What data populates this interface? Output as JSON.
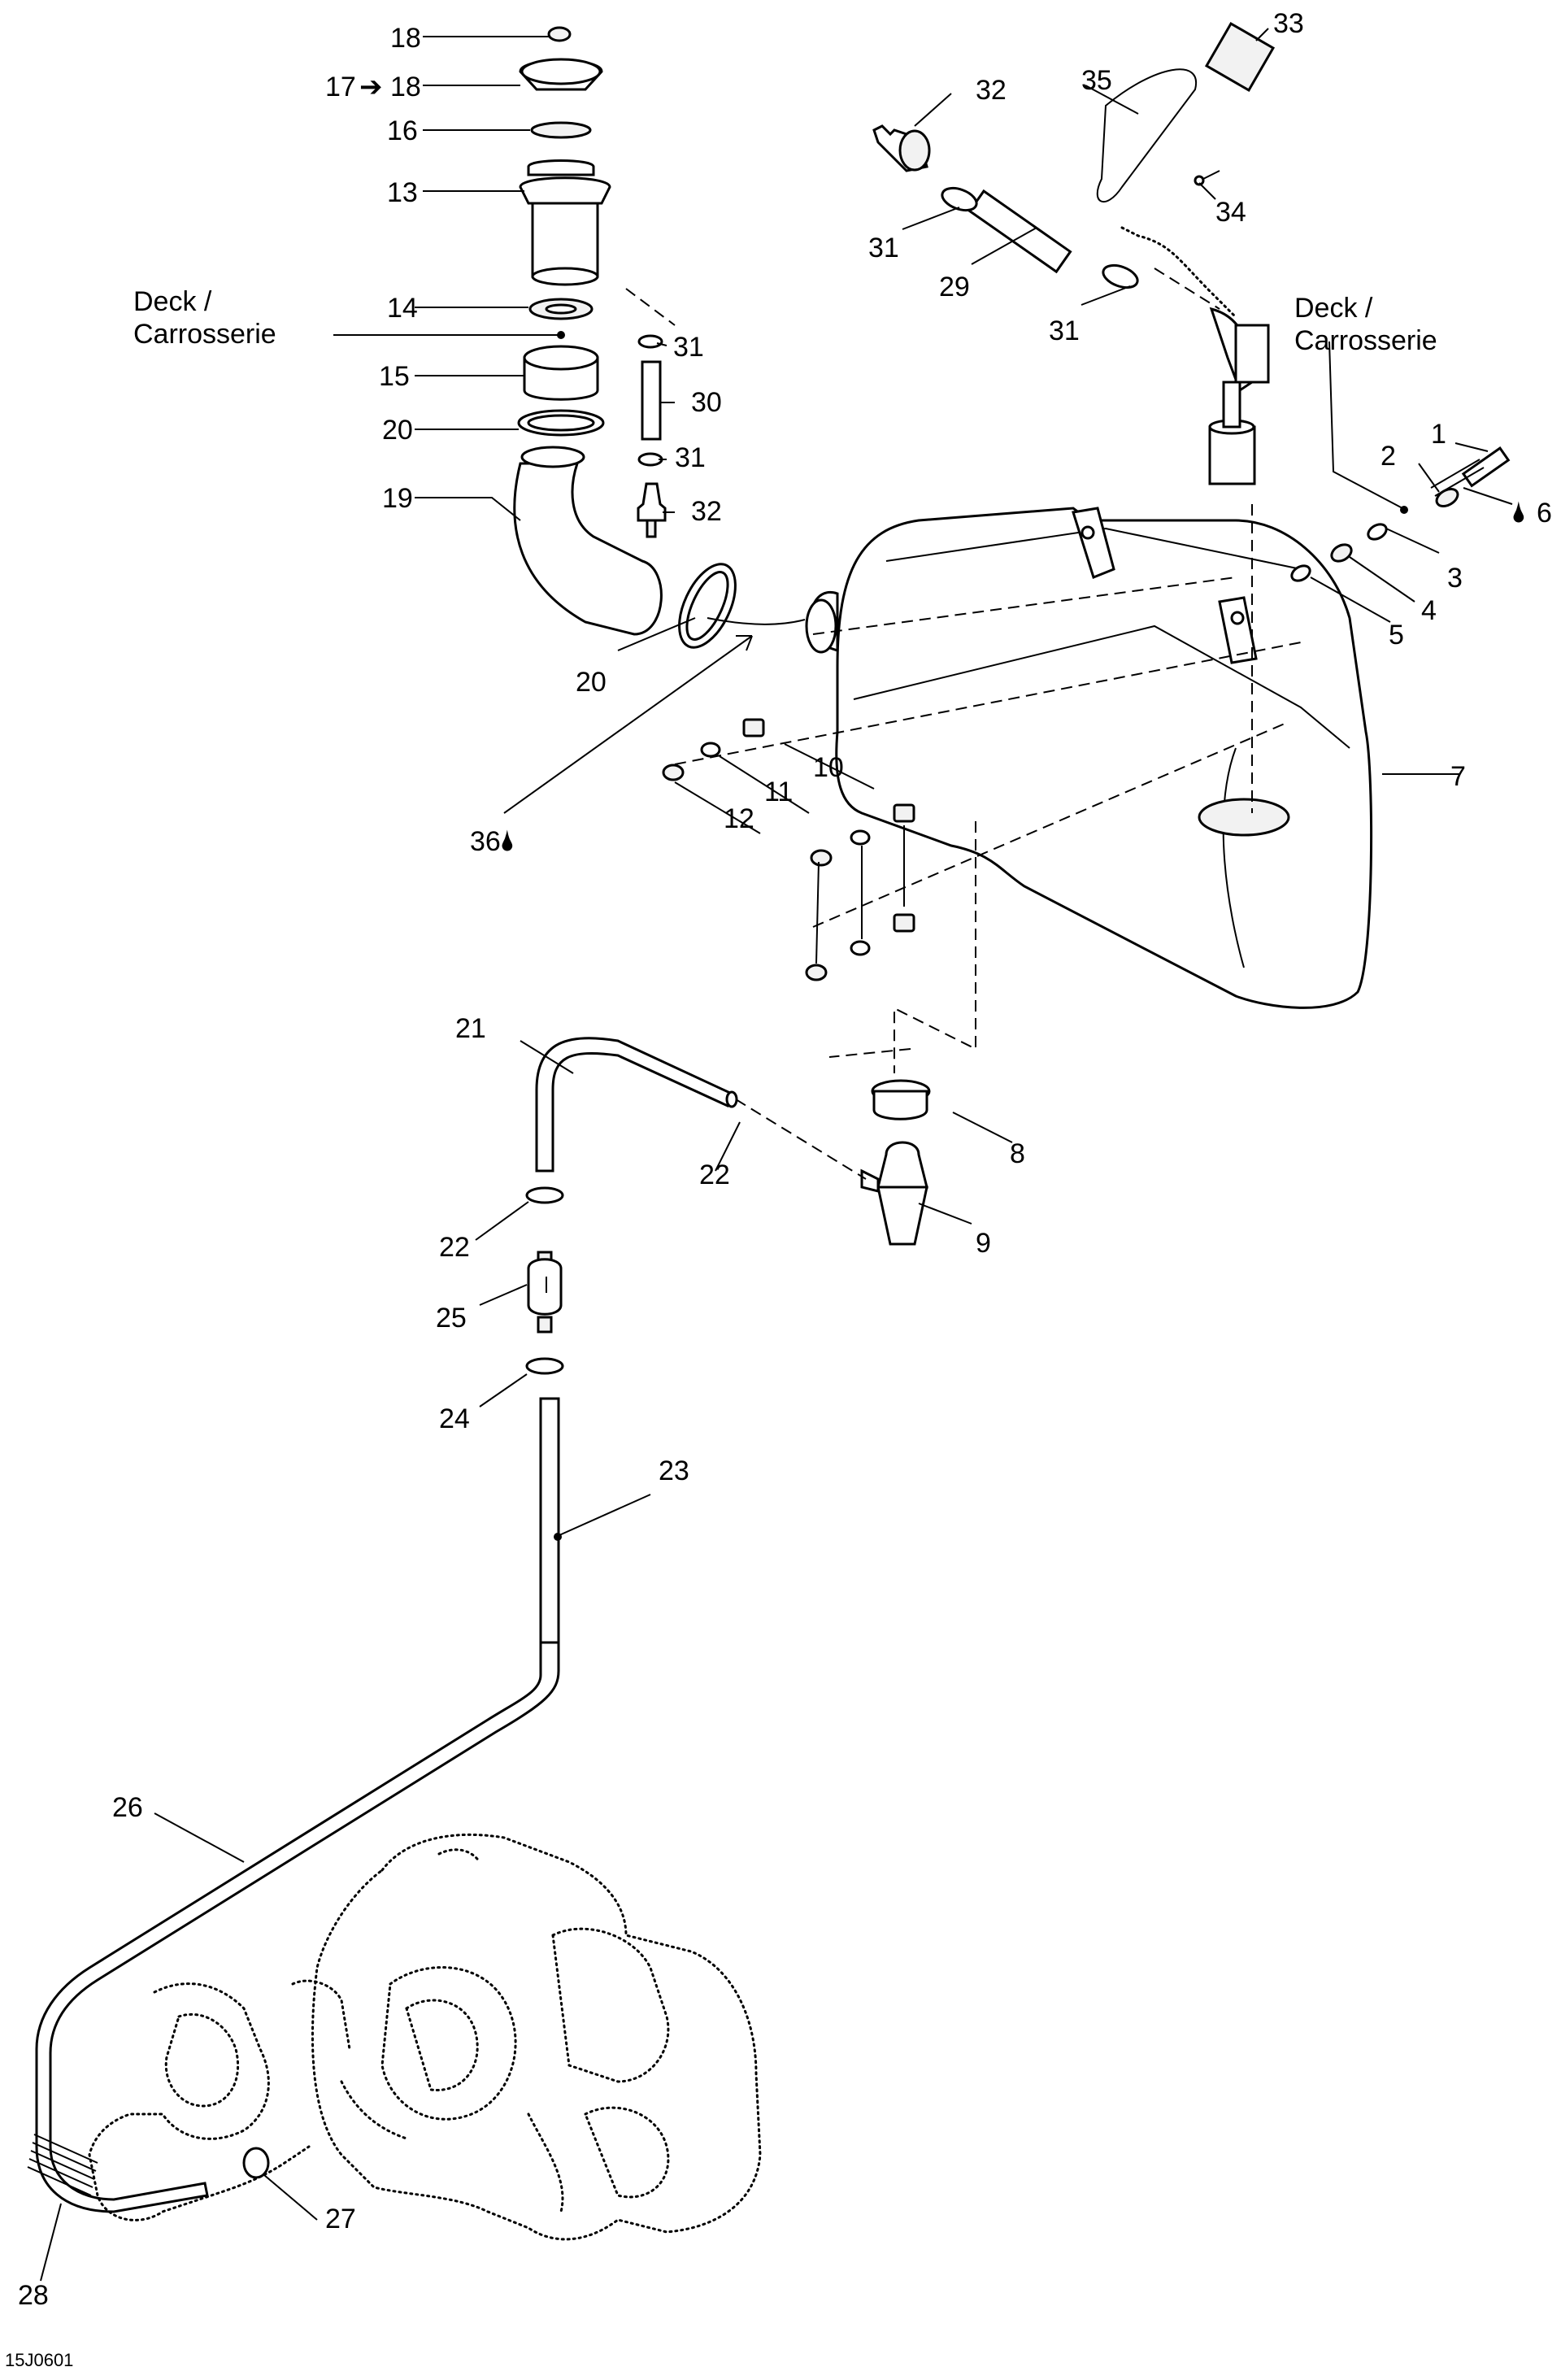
{
  "labels": {
    "p1": "1",
    "p2": "2",
    "p3": "3",
    "p4": "4",
    "p5": "5",
    "p6": "6",
    "p7": "7",
    "p8": "8",
    "p9": "9",
    "p10": "10",
    "p11": "11",
    "p12": "12",
    "p13": "13",
    "p14": "14",
    "p15": "15",
    "p16": "16",
    "p17": "17",
    "p18": "18",
    "p18b": "18",
    "p19": "19",
    "p20a": "20",
    "p20b": "20",
    "p21": "21",
    "p22a": "22",
    "p22b": "22",
    "p23": "23",
    "p24": "24",
    "p25": "25",
    "p26": "26",
    "p27": "27",
    "p28": "28",
    "p29": "29",
    "p30": "30",
    "p31a": "31",
    "p31b": "31",
    "p31c": "31",
    "p31d": "31",
    "p32a": "32",
    "p32b": "32",
    "p33": "33",
    "p34": "34",
    "p35": "35",
    "p36": "36",
    "deck_left_1": "Deck /",
    "deck_left_2": "Carrosserie",
    "deck_right_1": "Deck /",
    "deck_right_2": "Carrosserie"
  },
  "figure_code": "15J0601",
  "symbols": {
    "arrow": "➔",
    "drop": "🌢"
  }
}
